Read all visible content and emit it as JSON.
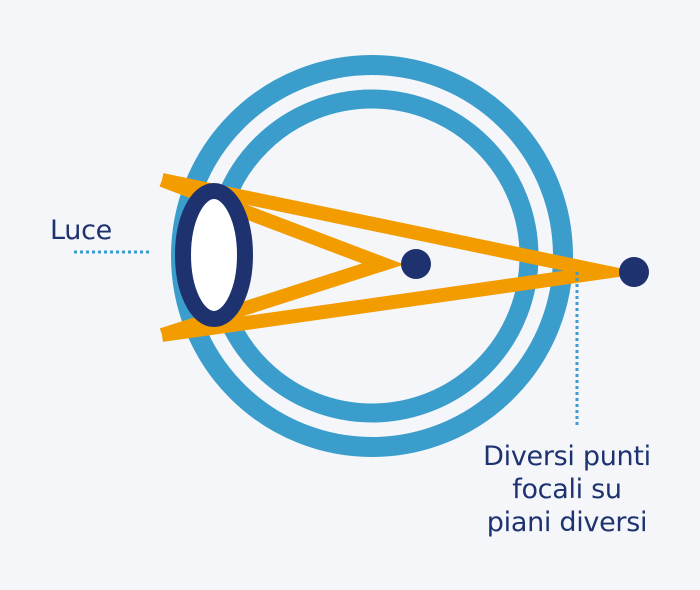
{
  "labels": {
    "light": "Luce",
    "focal_points": [
      "Diversi punti",
      "focali su",
      "piani diversi"
    ]
  },
  "colors": {
    "background": "#f4f6fa",
    "eye_ring": "#3a9dcb",
    "light_rays": "#f29c00",
    "lens_and_dots": "#1e3270",
    "lens_fill": "#ffffff",
    "leader_lines": "#3a9dcb"
  }
}
